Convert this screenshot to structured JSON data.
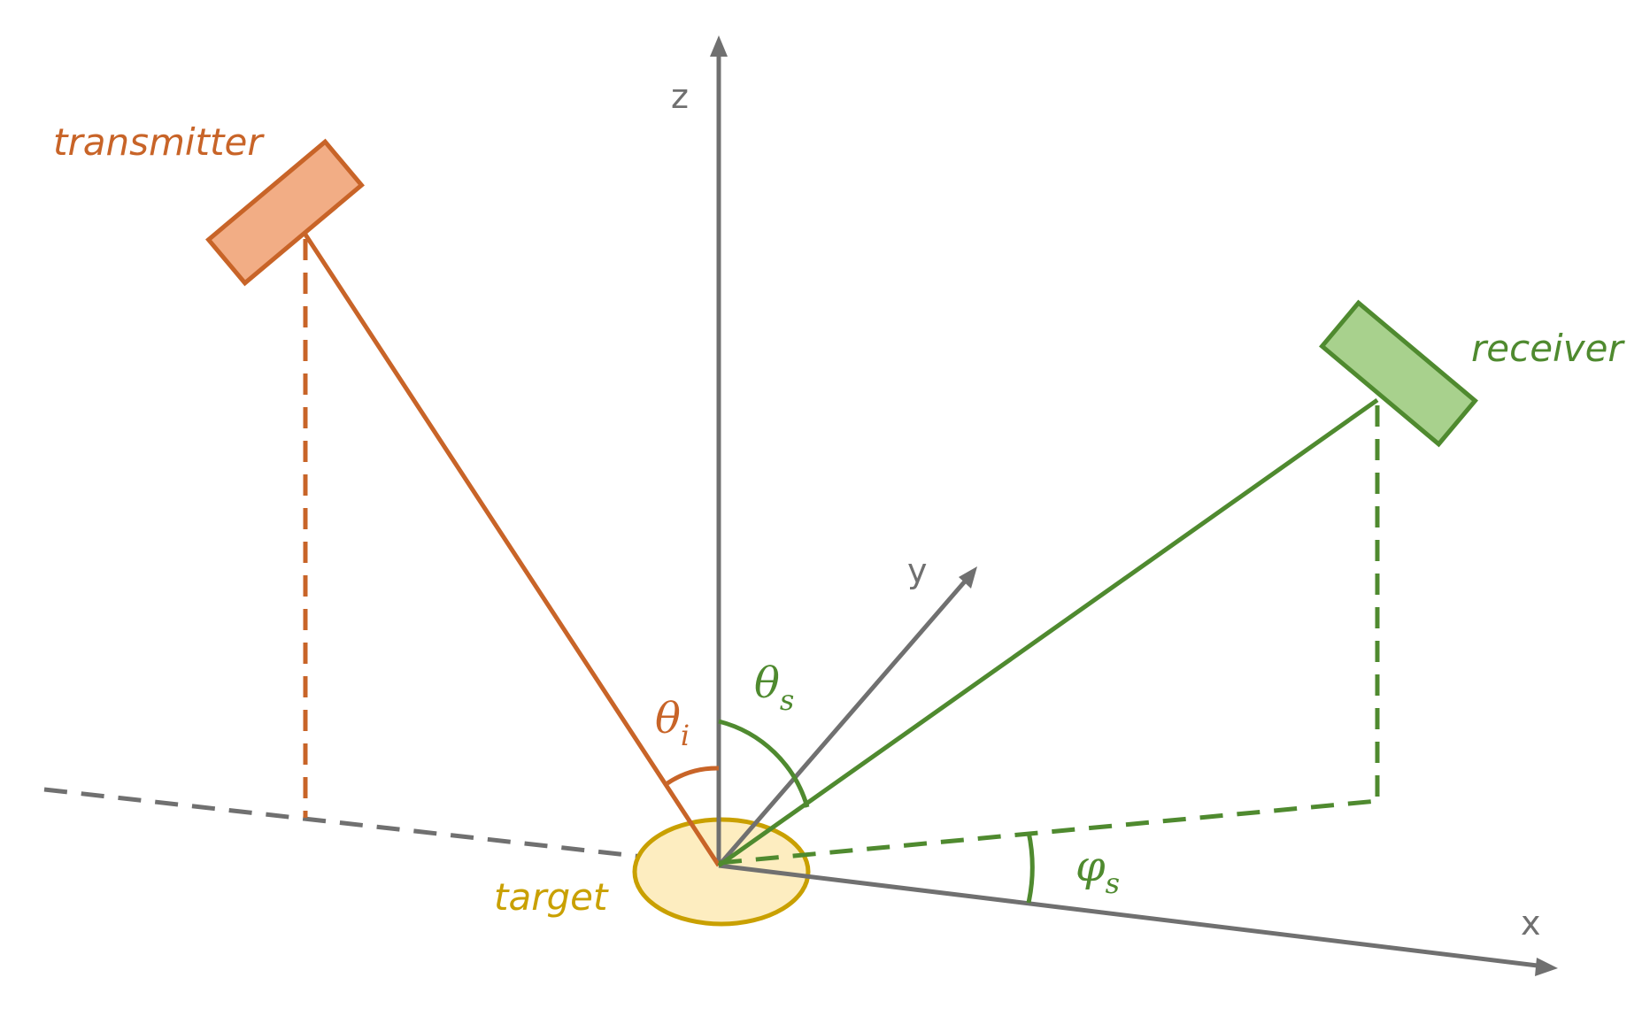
{
  "colors": {
    "axis": "#707070",
    "transmitter": "#c86428",
    "transmitter_fill": "#f2ad85",
    "receiver": "#4f8a2f",
    "receiver_fill": "#a8d18d",
    "target": "#c9a000",
    "target_fill": "#fdedc0",
    "background": "#ffffff"
  },
  "axes": {
    "z": "z",
    "y": "y",
    "x": "x"
  },
  "labels": {
    "transmitter": "transmitter",
    "receiver": "receiver",
    "target": "target"
  },
  "angles": {
    "theta_i": {
      "symbol": "θ",
      "sub": "i"
    },
    "theta_s": {
      "symbol": "θ",
      "sub": "s"
    },
    "phi_s": {
      "symbol": "φ",
      "sub": "s"
    }
  }
}
